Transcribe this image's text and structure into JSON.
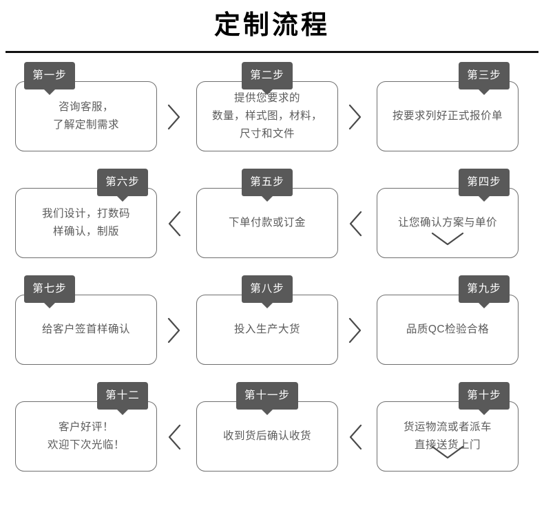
{
  "header": {
    "title": "定制流程"
  },
  "flow": {
    "badge_color": "#595959",
    "badge_text_color": "#ffffff",
    "card_border_color": "#6e6e6e",
    "card_text_color": "#5b5b5b",
    "title_color": "#000000",
    "rows": [
      {
        "direction": "ltr",
        "cards": [
          {
            "badge": "第一步",
            "text": "咨询客服，\n了解定制需求",
            "badge_pos": "left"
          },
          {
            "badge": "第二步",
            "text": "提供您要求的\n数量，样式图，材料，\n尺寸和文件",
            "badge_pos": "center"
          },
          {
            "badge": "第三步",
            "text": "按要求列好正式报价单",
            "badge_pos": "right"
          }
        ],
        "connectors": [
          "chevron-right-icon",
          "chevron-right-icon"
        ]
      },
      {
        "direction": "rtl",
        "cards": [
          {
            "badge": "第六步",
            "text": "我们设计，打数码\n样确认，制版",
            "badge_pos": "right"
          },
          {
            "badge": "第五步",
            "text": "下单付款或订金",
            "badge_pos": "center"
          },
          {
            "badge": "第四步",
            "text": "让您确认方案与单价",
            "badge_pos": "right"
          }
        ],
        "connectors": [
          "chevron-left-icon",
          "chevron-left-icon"
        ]
      },
      {
        "direction": "ltr",
        "cards": [
          {
            "badge": "第七步",
            "text": "给客户签首样确认",
            "badge_pos": "left"
          },
          {
            "badge": "第八步",
            "text": "投入生产大货",
            "badge_pos": "center"
          },
          {
            "badge": "第九步",
            "text": "品质QC检验合格",
            "badge_pos": "right"
          }
        ],
        "connectors": [
          "chevron-right-icon",
          "chevron-right-icon"
        ]
      },
      {
        "direction": "rtl",
        "cards": [
          {
            "badge": "第十二步",
            "text": "客户好评！\n欢迎下次光临！",
            "badge_pos": "right"
          },
          {
            "badge": "第十一步",
            "text": "收到货后确认收货",
            "badge_pos": "center"
          },
          {
            "badge": "第十步",
            "text": "货运物流或者派车\n直接送货上门",
            "badge_pos": "right"
          }
        ],
        "connectors": [
          "chevron-left-icon",
          "chevron-left-icon"
        ]
      }
    ],
    "vertical_connectors": [
      "chevron-down-icon",
      "chevron-down-icon"
    ]
  }
}
